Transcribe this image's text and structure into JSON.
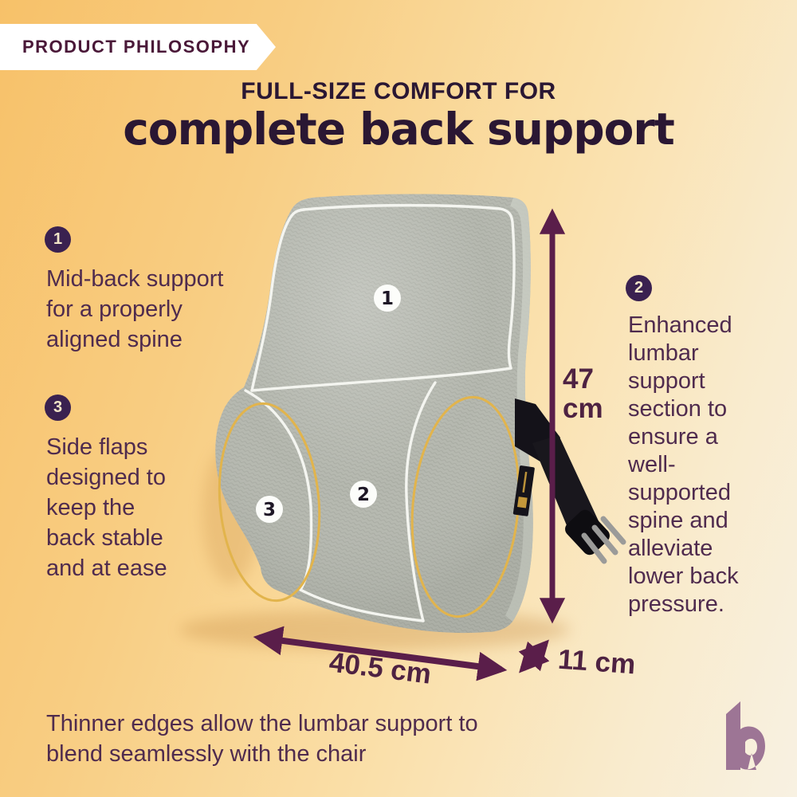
{
  "ribbon": {
    "label": "PRODUCT PHILOSOPHY"
  },
  "heading": {
    "line1": "FULL-SIZE COMFORT FOR",
    "line2": "complete back support"
  },
  "callouts": {
    "item1": {
      "number": "1",
      "text": "Mid-back support\nfor a properly\naligned spine"
    },
    "item2": {
      "number": "2",
      "text": "Enhanced\nlumbar\nsupport\nsection to\nensure a\nwell-\nsupported\nspine and\nalleviate\nlower back\npressure."
    },
    "item3": {
      "number": "3",
      "text": "Side flaps\ndesigned to\nkeep the\nback stable\nand at ease"
    }
  },
  "markers": {
    "m1": "1",
    "m2": "2",
    "m3": "3"
  },
  "dimensions": {
    "height": "47\ncm",
    "width": "40.5 cm",
    "depth": "11 cm"
  },
  "footer": {
    "note": "Thinner edges allow the lumbar support to\nblend seamlessly with the chair",
    "logo_icon": "h-monogram"
  },
  "colors": {
    "accent": "#5a1e4a",
    "heading": "#2a1733",
    "body_text": "#4f2b4e",
    "badge": "#3a2150",
    "ribbon_text": "#4a1838",
    "pillow_gray": "#b5b8af",
    "outline_white": "#f4f5f0",
    "outline_yellow": "#e2b44c",
    "strap_black": "#141219",
    "logo_mauve": "#9d7595"
  }
}
